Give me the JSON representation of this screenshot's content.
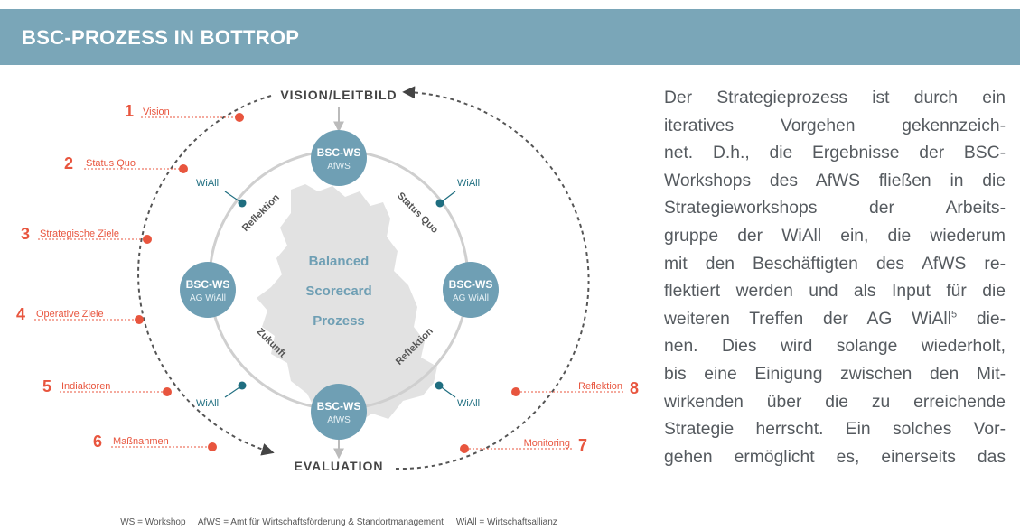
{
  "header": {
    "title": "BSC-PROZESS IN BOTTROP"
  },
  "colors": {
    "header_bg": "#7aa6b8",
    "accent_red": "#e8553e",
    "node_blue": "#6f9fb4",
    "dot_teal": "#1f6e80",
    "circle_gray": "#cfcfcf",
    "map_gray": "#e2e2e2"
  },
  "diagram": {
    "top_label": "VISION/LEITBILD",
    "bottom_label": "EVALUATION",
    "center_lines": [
      "Balanced",
      "Scorecard",
      "Prozess"
    ],
    "nodes": {
      "top": {
        "title": "BSC-WS",
        "sub": "AfWS"
      },
      "left": {
        "title": "BSC-WS",
        "sub": "AG WiAll"
      },
      "right": {
        "title": "BSC-WS",
        "sub": "AG WiAll"
      },
      "bottom": {
        "title": "BSC-WS",
        "sub": "AfWS"
      }
    },
    "arc_labels": {
      "upper_left": "Reflektion",
      "upper_right": "Status Quo",
      "lower_left": "Zukunft",
      "lower_right": "Reflektion"
    },
    "wiall_label": "WiAll",
    "steps": [
      {
        "num": "1",
        "label": "Vision"
      },
      {
        "num": "2",
        "label": "Status Quo"
      },
      {
        "num": "3",
        "label": "Strategische Ziele"
      },
      {
        "num": "4",
        "label": "Operative Ziele"
      },
      {
        "num": "5",
        "label": "Indiaktoren"
      },
      {
        "num": "6",
        "label": "Maßnahmen"
      },
      {
        "num": "7",
        "label": "Monitoring"
      },
      {
        "num": "8",
        "label": "Reflektion"
      }
    ],
    "legend": "WS = Workshop     AfWS = Amt für Wirtschaftsförderung & Standortmanagement     WiAll = Wirtschaftsallianz"
  },
  "text": {
    "lines": [
      "Der Strategieprozess ist durch ein",
      "iteratives Vorgehen gekennzeich-",
      "net. D.h., die Ergebnisse der BSC-",
      "Workshops des AfWS fließen in die",
      "Strategieworkshops der Arbeits-",
      "gruppe der WiAll ein, die wiederum",
      "mit den Beschäftigten des AfWS re-",
      "flektiert werden und als Input für die",
      "weiteren Treffen der AG WiAll",
      "nen. Dies wird solange wiederholt,",
      "bis eine Einigung zwischen den Mit-",
      "wirkenden über die zu erreichende",
      "Strategie herrscht. Ein solches Vor-",
      "gehen ermöglicht es, einerseits das"
    ],
    "line9_footnote": "5",
    "line9_tail": " die-"
  }
}
